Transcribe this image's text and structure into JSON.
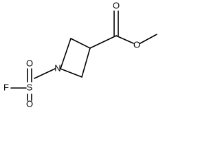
{
  "molecule": {
    "atoms": {
      "o_carbonyl": "O",
      "o_ester": "O",
      "n_ring": "N",
      "s_sulfonyl": "S",
      "f_fluoro": "F",
      "o_sulfonyl_top": "O",
      "o_sulfonyl_bottom": "O"
    }
  }
}
